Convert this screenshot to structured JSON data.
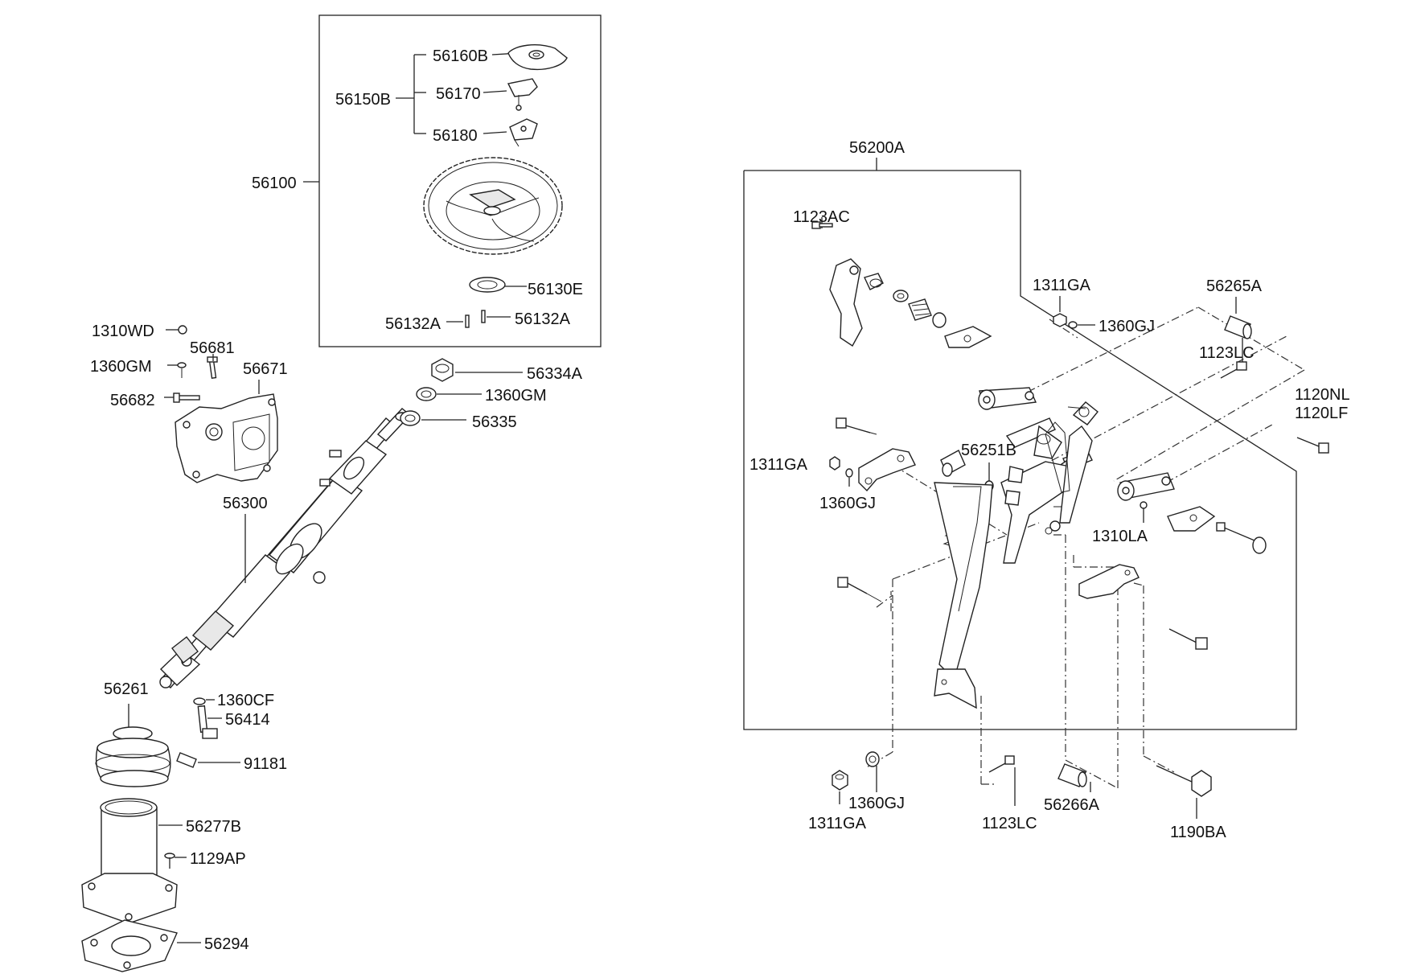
{
  "labels": {
    "l_56160B": "56160B",
    "l_56150B": "56150B",
    "l_56170": "56170",
    "l_56180": "56180",
    "l_56100": "56100",
    "l_56130E": "56130E",
    "l_56132A_l": "56132A",
    "l_56132A_r": "56132A",
    "l_1310WD": "1310WD",
    "l_56681": "56681",
    "l_1360GM_a": "1360GM",
    "l_56671": "56671",
    "l_56682": "56682",
    "l_56334A": "56334A",
    "l_1360GM_b": "1360GM",
    "l_56335": "56335",
    "l_56300": "56300",
    "l_56261": "56261",
    "l_1360CF": "1360CF",
    "l_56414": "56414",
    "l_91181": "91181",
    "l_56277B": "56277B",
    "l_1129AP": "1129AP",
    "l_56294": "56294",
    "l_56200A": "56200A",
    "l_1123AC": "1123AC",
    "l_1311GA_a": "1311GA",
    "l_1360GJ_a": "1360GJ",
    "l_56265A": "56265A",
    "l_1123LC_a": "1123LC",
    "l_1120NL": "1120NL",
    "l_1120LF": "1120LF",
    "l_56251B": "56251B",
    "l_1311GA_b": "1311GA",
    "l_1360GJ_b": "1360GJ",
    "l_1310LA": "1310LA",
    "l_1311GA_c": "1311GA",
    "l_1360GJ_c": "1360GJ",
    "l_1123LC_b": "1123LC",
    "l_56266A": "56266A",
    "l_1190BA": "1190BA"
  }
}
